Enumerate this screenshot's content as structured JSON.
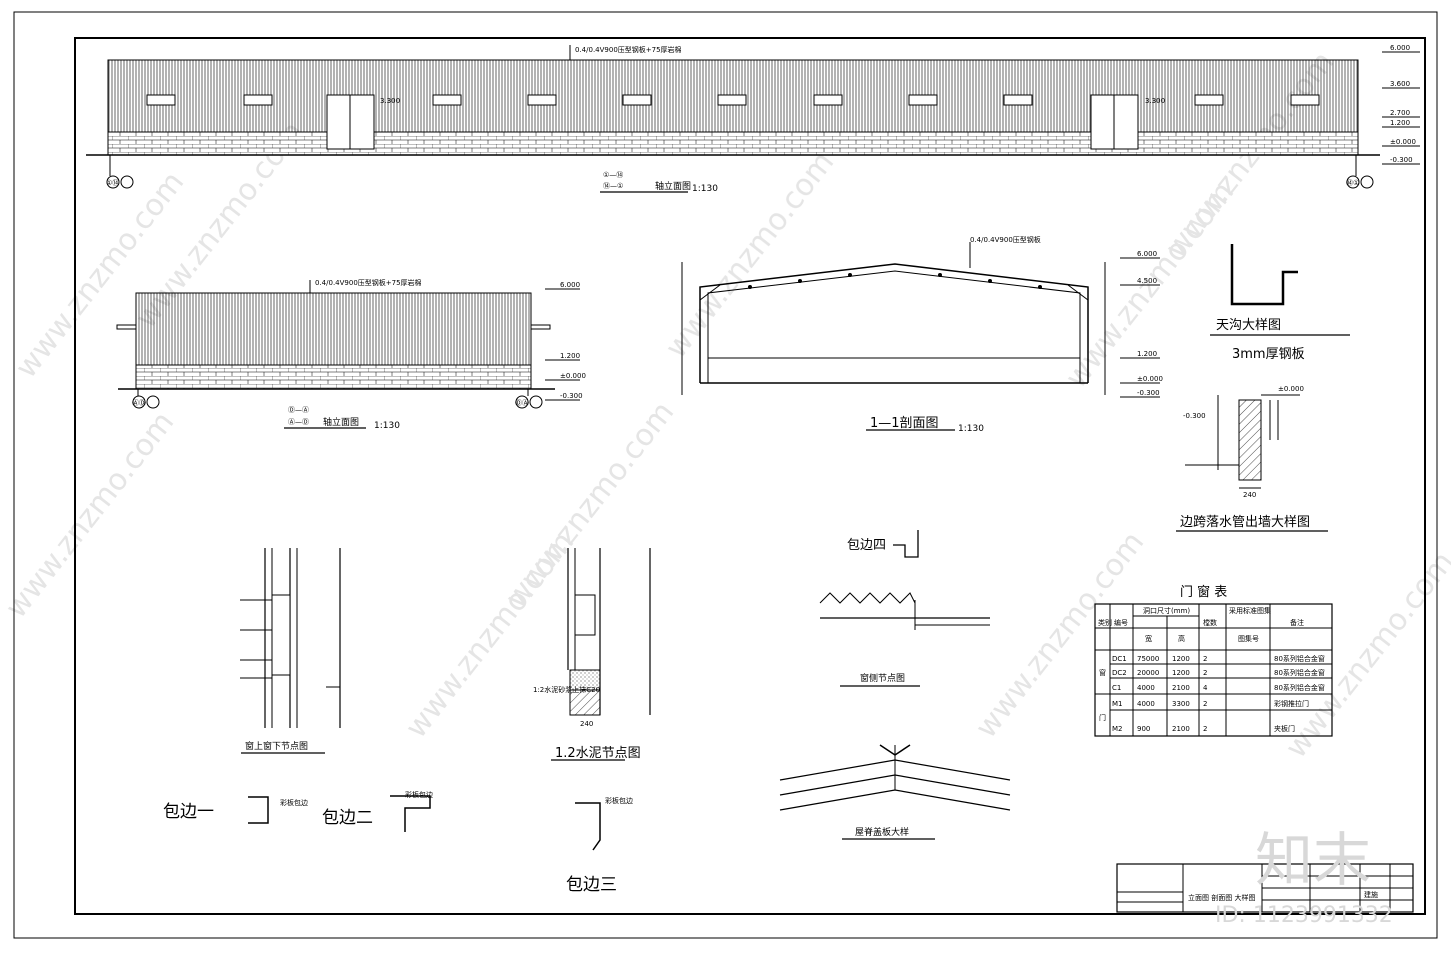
{
  "front_elevation": {
    "roof_note": "0.4/0.4V900压型钢板+75厚岩棉",
    "title_axes": [
      "①—⑭",
      "⑭—①"
    ],
    "title": "轴立面图",
    "scale": "1:130",
    "axis_left": "①⑭",
    "axis_right": "⑭①",
    "door_level": "3.300",
    "levels": [
      "6.000",
      "3.600",
      "2.700",
      "1.200",
      "±0.000",
      "-0.300"
    ]
  },
  "side_elevation": {
    "roof_note": "0.4/0.4V900压型钢板+75厚岩棉",
    "title_axes": [
      "Ⓓ—Ⓐ",
      "Ⓐ—Ⓓ"
    ],
    "title": "轴立面图",
    "scale": "1:130",
    "axis_left": "ⒶⒹ",
    "axis_right": "ⒹⒶ",
    "levels": [
      "6.000",
      "1.200",
      "±0.000",
      "-0.300"
    ]
  },
  "section": {
    "title": "1—1剖面图",
    "scale": "1:130",
    "roof_note": "0.4/0.4V900压型钢板",
    "levels": [
      "6.000",
      "4.500",
      "1.200",
      "±0.000",
      "-0.300"
    ]
  },
  "gutter": {
    "title": "天沟大样图",
    "note": "3mm厚钢板"
  },
  "downpipe": {
    "title": "边跨落水管出墙大样图",
    "level_top": "±0.000",
    "level_left": "-0.300",
    "dim": "240"
  },
  "window_node": {
    "title": "窗上窗下节点图"
  },
  "water_node": {
    "title": "1.2水泥节点图",
    "dim": "240",
    "note": "1:2水泥砂浆上抹C20"
  },
  "wrap": {
    "one": "包边一",
    "two": "包边二",
    "three": "包边三",
    "four": "包边四",
    "tag": "彩板包边"
  },
  "window_side": {
    "title": "窗侧节点图"
  },
  "ridge": {
    "title": "屋脊盖板大样"
  },
  "door_window_table": {
    "title": "门 窗 表",
    "headers": [
      "类别",
      "编号",
      "洞口尺寸(mm)",
      "樘数",
      "采用标准图集",
      "备注"
    ],
    "subheaders": [
      "宽",
      "高",
      "图集号"
    ],
    "category_window": "窗",
    "category_door": "门",
    "rows": [
      {
        "code": "DC1",
        "w": "75000",
        "h": "1200",
        "n": "2",
        "note": "80系列铝合金窗"
      },
      {
        "code": "DC2",
        "w": "20000",
        "h": "1200",
        "n": "2",
        "note": "80系列铝合金窗"
      },
      {
        "code": "C1",
        "w": "4000",
        "h": "2100",
        "n": "4",
        "note": "80系列铝合金窗"
      },
      {
        "code": "M1",
        "w": "4000",
        "h": "3300",
        "n": "2",
        "note": "彩钢推拉门"
      },
      {
        "code": "M2",
        "w": "900",
        "h": "2100",
        "n": "2",
        "note": "夹板门"
      }
    ]
  },
  "title_block": {
    "project": "立面图 剖面图 大样图",
    "drawing_no": "建施"
  },
  "watermark": {
    "site": "www.znzmo.com",
    "brand": "知末",
    "id": "ID: 1123991332"
  }
}
